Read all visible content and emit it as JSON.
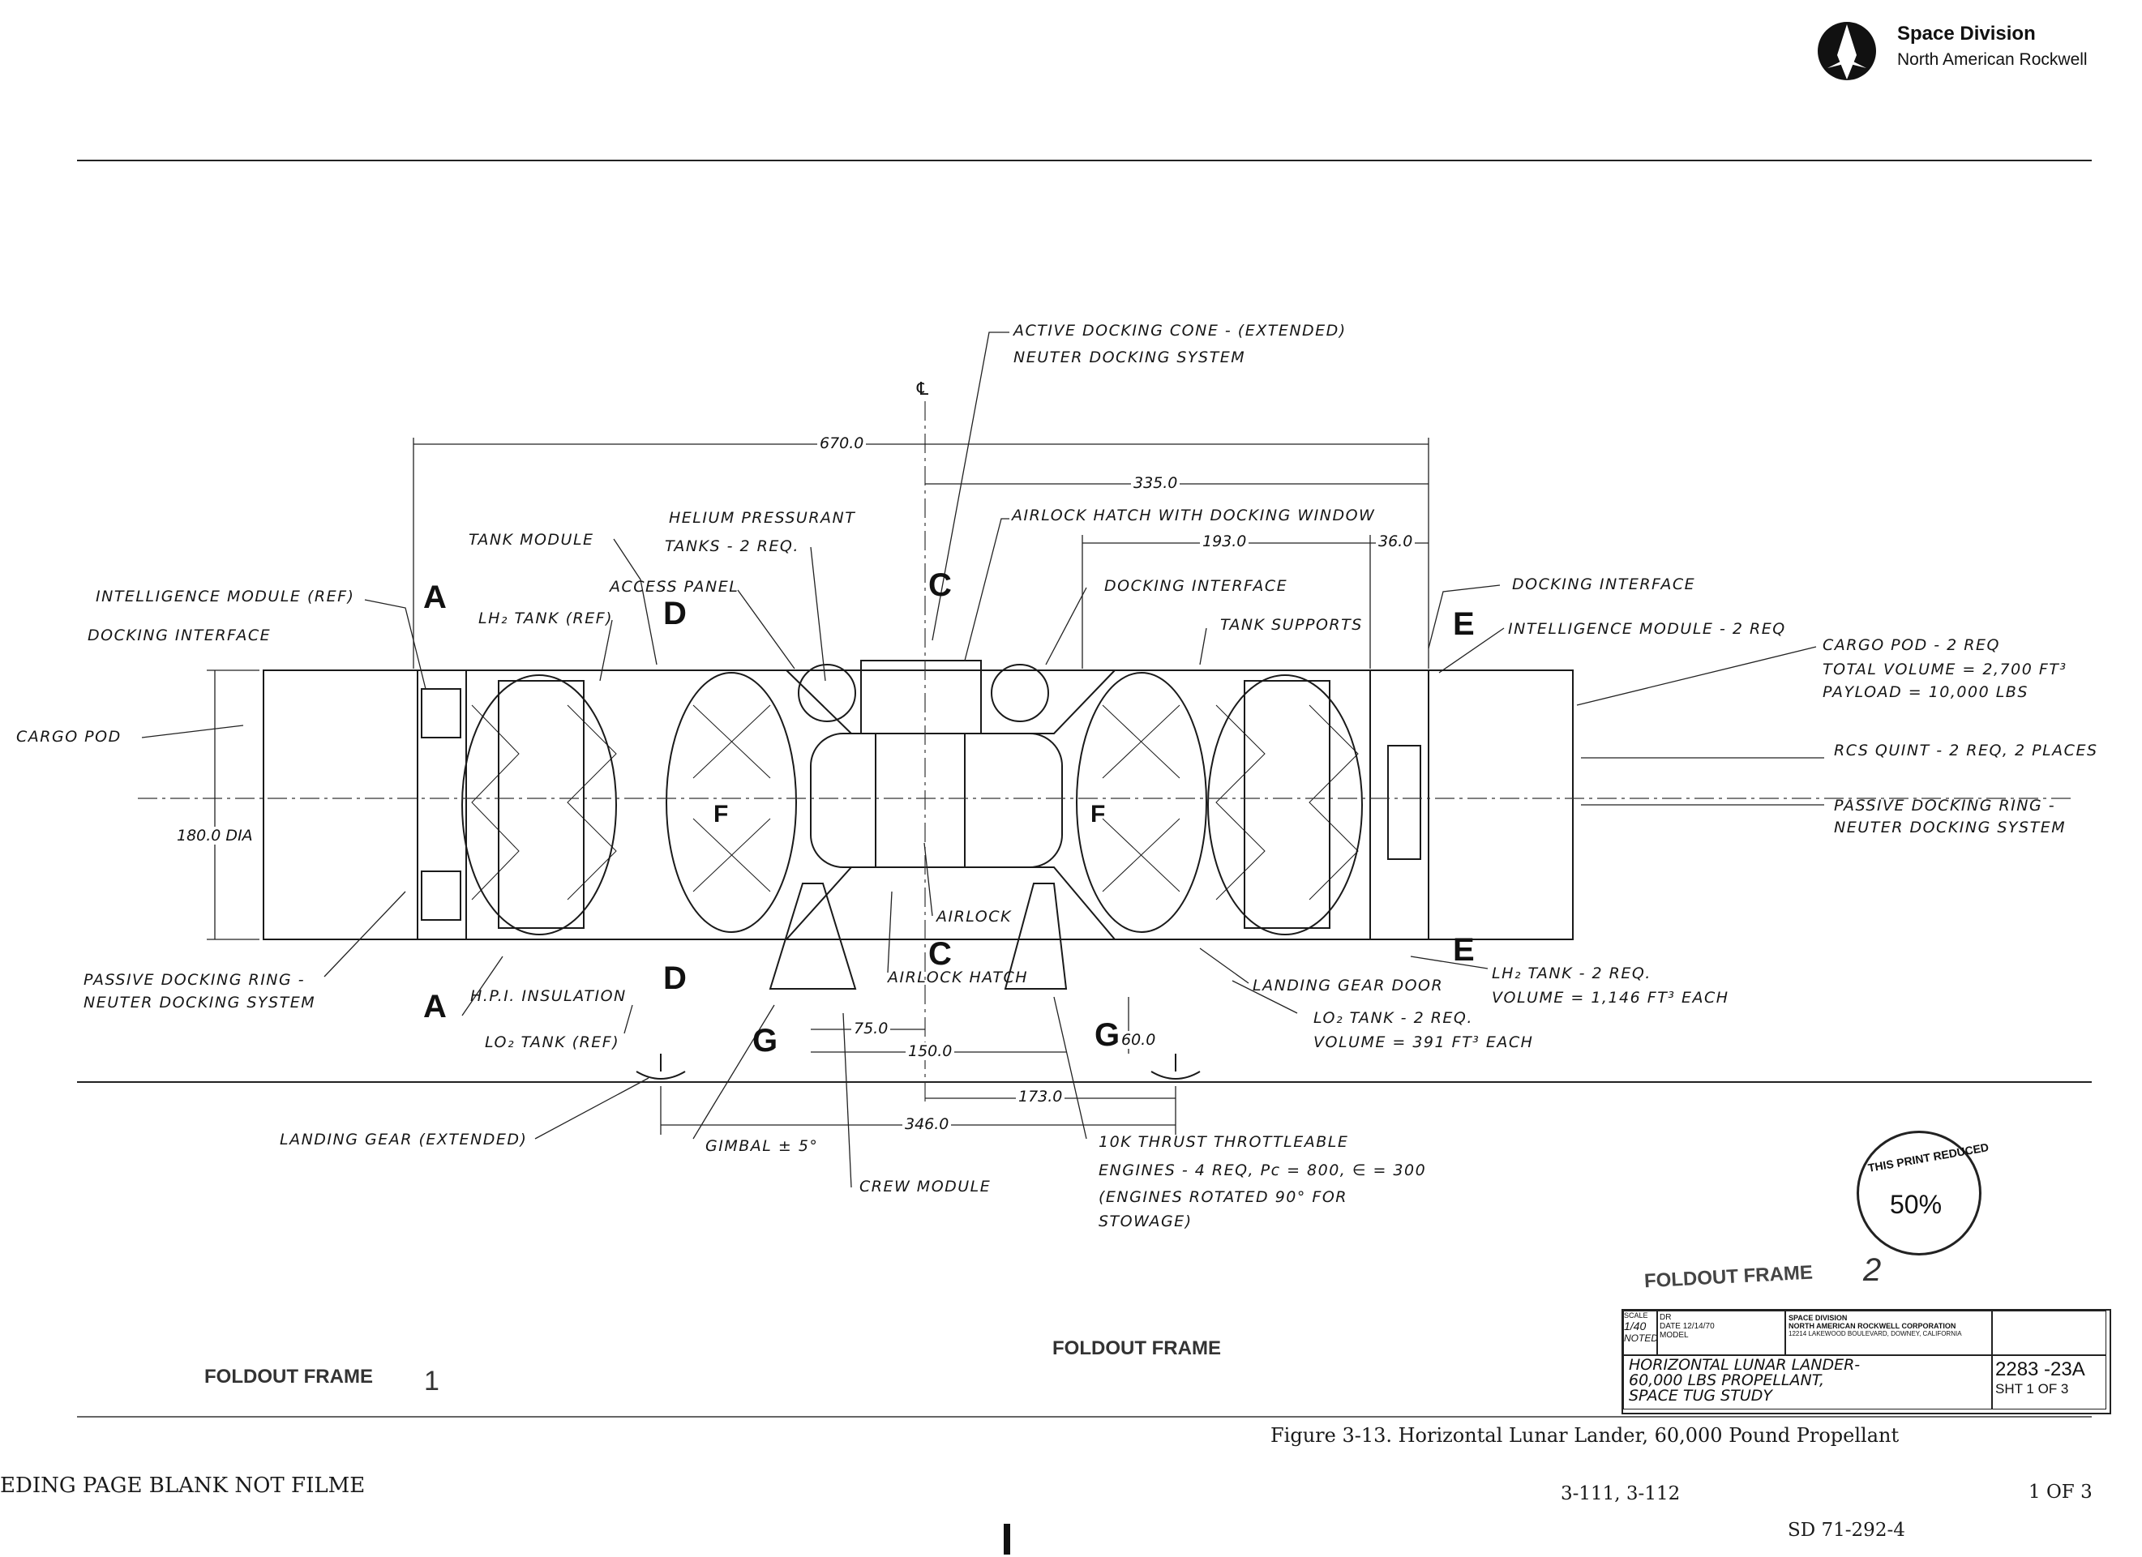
{
  "header": {
    "company_line1": "Space Division",
    "company_line2": "North American Rockwell",
    "logo_icon": "north-american-rockwell-logo-icon"
  },
  "labels": {
    "active_docking_cone_1": "ACTIVE DOCKING CONE - (EXTENDED)",
    "active_docking_cone_2": "NEUTER DOCKING SYSTEM",
    "helium_1": "HELIUM PRESSURANT",
    "helium_2": "TANKS - 2 REQ.",
    "tank_module": "TANK MODULE",
    "airlock_hatch_window": "AIRLOCK HATCH WITH DOCKING WINDOW",
    "intelligence_module_ref": "INTELLIGENCE MODULE (REF)",
    "access_panel": "ACCESS PANEL",
    "docking_interface_center": "DOCKING INTERFACE",
    "docking_interface_right": "DOCKING INTERFACE",
    "docking_interface_left": "DOCKING INTERFACE",
    "lh2_tank_ref": "LH₂ TANK (REF)",
    "tank_supports": "TANK SUPPORTS",
    "intelligence_module_2req": "INTELLIGENCE MODULE - 2 REQ",
    "cargo_pod_left": "CARGO POD",
    "cargo_pod_right_1": "CARGO POD - 2 REQ",
    "cargo_pod_right_2": "TOTAL VOLUME = 2,700 FT³",
    "cargo_pod_right_3": "PAYLOAD = 10,000 LBS",
    "rcs_quint": "RCS QUINT - 2 REQ, 2 PLACES",
    "passive_docking_right_1": "PASSIVE DOCKING RING -",
    "passive_docking_right_2": "NEUTER DOCKING SYSTEM",
    "airlock": "AIRLOCK",
    "airlock_hatch": "AIRLOCK HATCH",
    "landing_gear_door": "LANDING GEAR DOOR",
    "lh2_tank_2req_1": "LH₂ TANK - 2 REQ.",
    "lh2_tank_2req_2": "VOLUME = 1,146 FT³ EACH",
    "lo2_tank_2req_1": "LO₂ TANK - 2 REQ.",
    "lo2_tank_2req_2": "VOLUME = 391 FT³ EACH",
    "passive_docking_left_1": "PASSIVE DOCKING RING -",
    "passive_docking_left_2": "NEUTER DOCKING SYSTEM",
    "hpi_insulation": "H.P.I. INSULATION",
    "lo2_tank_ref": "LO₂ TANK (REF)",
    "landing_gear_extended": "LANDING GEAR (EXTENDED)",
    "gimbal": "GIMBAL ± 5°",
    "crew_module": "CREW MODULE",
    "engines_1": "10K THRUST THROTTLEABLE",
    "engines_2": "ENGINES - 4 REQ, Pc = 800, ∈ = 300",
    "engines_3": "(ENGINES ROTATED 90° FOR",
    "engines_4": "STOWAGE)",
    "centerline": "℄"
  },
  "dimensions": {
    "overall": "670.0",
    "half": "335.0",
    "d193": "193.0",
    "d36": "36.0",
    "dia": "180.0 DIA",
    "d75": "75.0",
    "d150": "150.0",
    "d60": "60.0",
    "d173": "173.0",
    "d346": "346.0"
  },
  "section_marks": {
    "A": "A",
    "B": "D",
    "C": "C",
    "E": "E",
    "F": "F",
    "G": "G"
  },
  "stamp": {
    "line": "THIS PRINT REDUCED",
    "percent": "50%"
  },
  "foldout": {
    "frame_1": "FOLDOUT FRAME",
    "frame_1_num": "1",
    "frame_mid": "FOLDOUT FRAME",
    "frame_2": "FOLDOUT FRAME",
    "frame_2_num": "2"
  },
  "title_block": {
    "scale_label": "SCALE",
    "scale_value": "1/40",
    "noted": "NOTED",
    "dr_label": "DR",
    "date_label": "DATE",
    "date_value": "12/14/70",
    "model_label": "MODEL",
    "division": "SPACE DIVISION",
    "corp": "NORTH AMERICAN ROCKWELL CORPORATION",
    "address": "12214 LAKEWOOD BOULEVARD, DOWNEY, CALIFORNIA",
    "title_1": "HORIZONTAL LUNAR LANDER-",
    "title_2": "60,000 LBS PROPELLANT,",
    "title_3": "SPACE TUG STUDY",
    "drawing_no": "2283 -23A",
    "sheet": "SHT 1 OF 3"
  },
  "footer": {
    "caption": "Figure 3-13. Horizontal Lunar Lander, 60,000 Pound Propellant",
    "page_nums": "3-111, 3-112",
    "of": "1 OF 3",
    "doc_id": "SD 71-292-4",
    "blank_notice": "EDING PAGE BLANK NOT FILME"
  }
}
